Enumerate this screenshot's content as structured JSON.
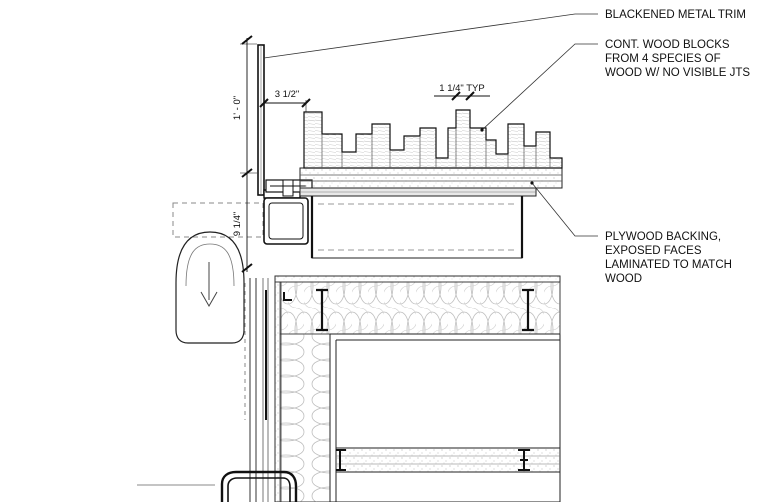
{
  "notes": {
    "trim": "BLACKENED METAL TRIM",
    "blocks": [
      "CONT. WOOD BLOCKS",
      "FROM 4 SPECIES OF",
      "WOOD W/ NO VISIBLE JTS"
    ],
    "plywood": [
      "PLYWOOD BACKING,",
      "EXPOSED FACES",
      "LAMINATED TO MATCH",
      "WOOD"
    ]
  },
  "dimensions": {
    "height_top": "1' - 0\"",
    "height_bottom": "9 1/4\"",
    "width_trim": "3 1/2\"",
    "block_typ": "1 1/4\" TYP"
  }
}
